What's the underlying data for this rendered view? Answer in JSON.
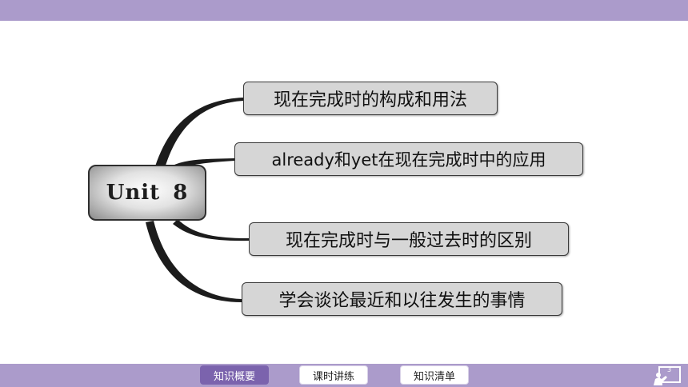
{
  "mindmap": {
    "center_label": "Unit  8",
    "branches": [
      "现在完成时的构成和用法",
      "already和yet在现在完成时中的应用",
      "现在完成时与一般过去时的区别",
      "学会谈论最近和以往发生的事情"
    ]
  },
  "nav": {
    "items": [
      "知识概要",
      "课时讲练",
      "知识清单"
    ],
    "active_index": 0
  },
  "page": {
    "number": "3"
  },
  "colors": {
    "bar": "#ab9bcb",
    "nav_active": "#7b63ad",
    "node_fill": "#d6d6d6"
  },
  "icons": {
    "page_indicator": "presenter-board-icon"
  }
}
